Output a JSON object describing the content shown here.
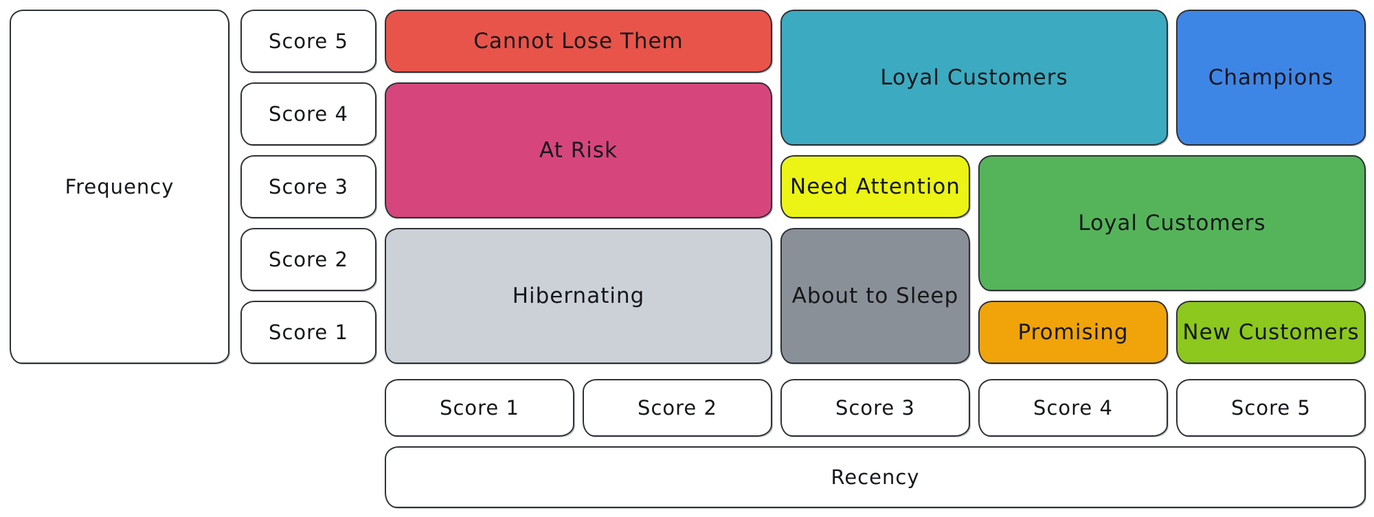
{
  "diagram": {
    "type": "rfm-customer-segmentation-matrix",
    "ink_color": "#2e3135",
    "background_color": "#ffffff",
    "text_color": "#15171a"
  },
  "axes": {
    "frequency": {
      "label": "Frequency",
      "scores": [
        "Score 5",
        "Score 4",
        "Score 3",
        "Score 2",
        "Score 1"
      ]
    },
    "recency": {
      "label": "Recency",
      "scores": [
        "Score 1",
        "Score 2",
        "Score 3",
        "Score 4",
        "Score 5"
      ]
    }
  },
  "segments": [
    {
      "label": "Cannot Lose Them",
      "color": "#e8544a",
      "recency_scores": "1-2",
      "frequency_scores": "5"
    },
    {
      "label": "At Risk",
      "color": "#d6467d",
      "recency_scores": "1-2",
      "frequency_scores": "3-4"
    },
    {
      "label": "Hibernating",
      "color": "#ccd1d8",
      "recency_scores": "1-2",
      "frequency_scores": "1-2"
    },
    {
      "label": "Loyal Customers",
      "color": "#3caac0",
      "recency_scores": "3-4",
      "frequency_scores": "4-5"
    },
    {
      "label": "Champions",
      "color": "#3e86e6",
      "recency_scores": "5",
      "frequency_scores": "4-5"
    },
    {
      "label": "Need Attention",
      "color": "#ebf414",
      "recency_scores": "3",
      "frequency_scores": "3"
    },
    {
      "label": "Loyal Customers",
      "color": "#55b45a",
      "recency_scores": "4-5",
      "frequency_scores": "2-3"
    },
    {
      "label": "About to Sleep",
      "color": "#8a9098",
      "recency_scores": "3",
      "frequency_scores": "1-2"
    },
    {
      "label": "Promising",
      "color": "#f0a40a",
      "recency_scores": "4",
      "frequency_scores": "1"
    },
    {
      "label": "New Customers",
      "color": "#8cc81e",
      "recency_scores": "5",
      "frequency_scores": "1"
    }
  ]
}
